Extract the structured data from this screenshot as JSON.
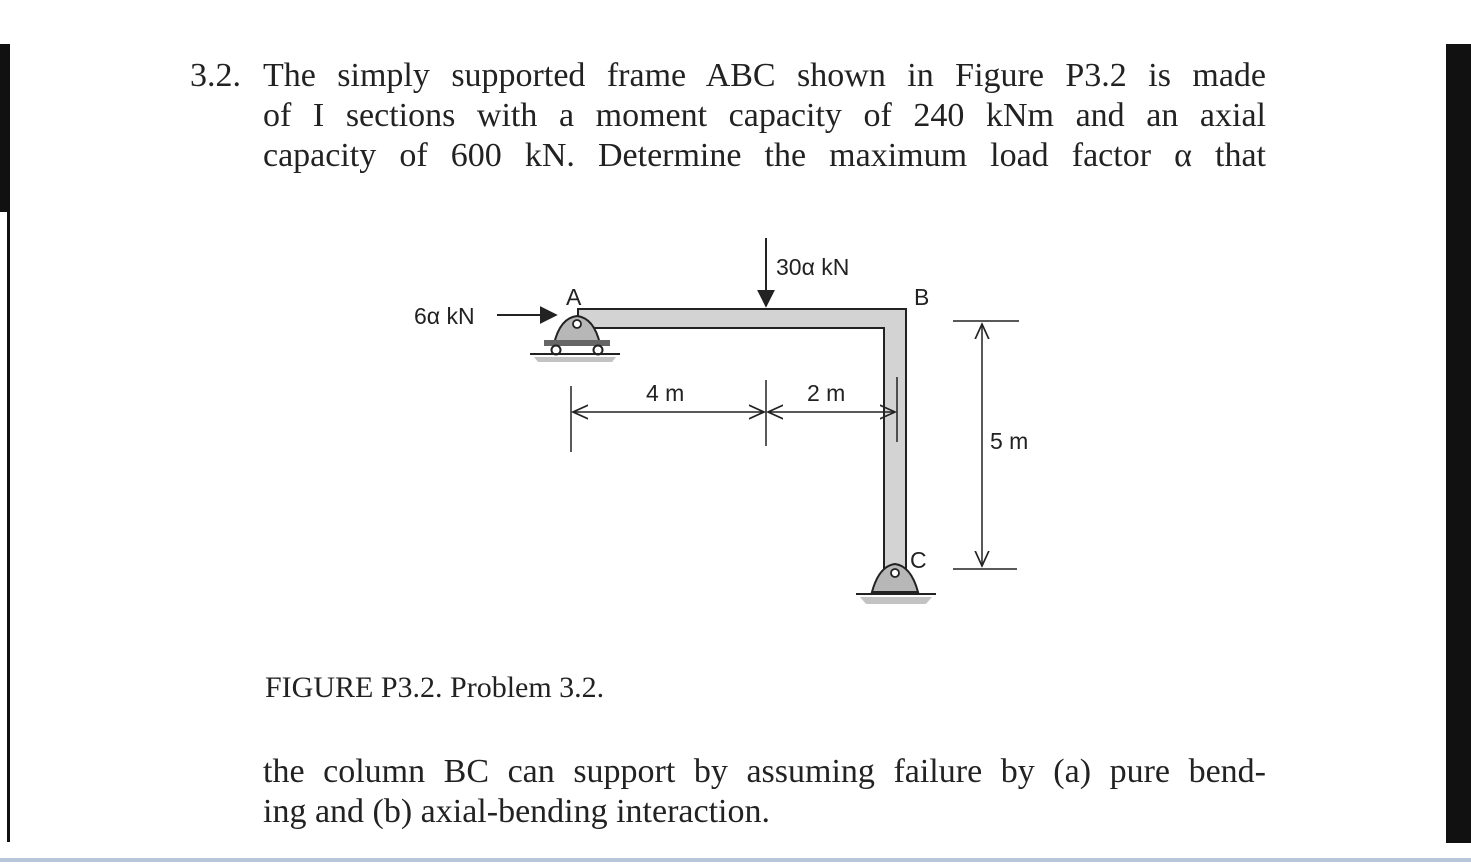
{
  "problem": {
    "number": "3.2.",
    "lines": [
      "The simply supported frame ABC shown in Figure P3.2 is made",
      "of I sections with a moment capacity of 240 kNm and an axial",
      "capacity of 600 kN. Determine the maximum load factor α that"
    ]
  },
  "figure": {
    "labels": {
      "horizontal_load": "6α kN",
      "vertical_load": "30α kN",
      "point_a": "A",
      "point_b": "B",
      "point_c": "C",
      "dim_ab_left": "4 m",
      "dim_ab_right": "2 m",
      "dim_bc": "5 m"
    },
    "caption": "FIGURE P3.2. Problem 3.2."
  },
  "continuation": {
    "lines": [
      "the column BC can support by assuming failure by (a) pure bend-",
      "ing and (b) axial-bending interaction."
    ]
  }
}
